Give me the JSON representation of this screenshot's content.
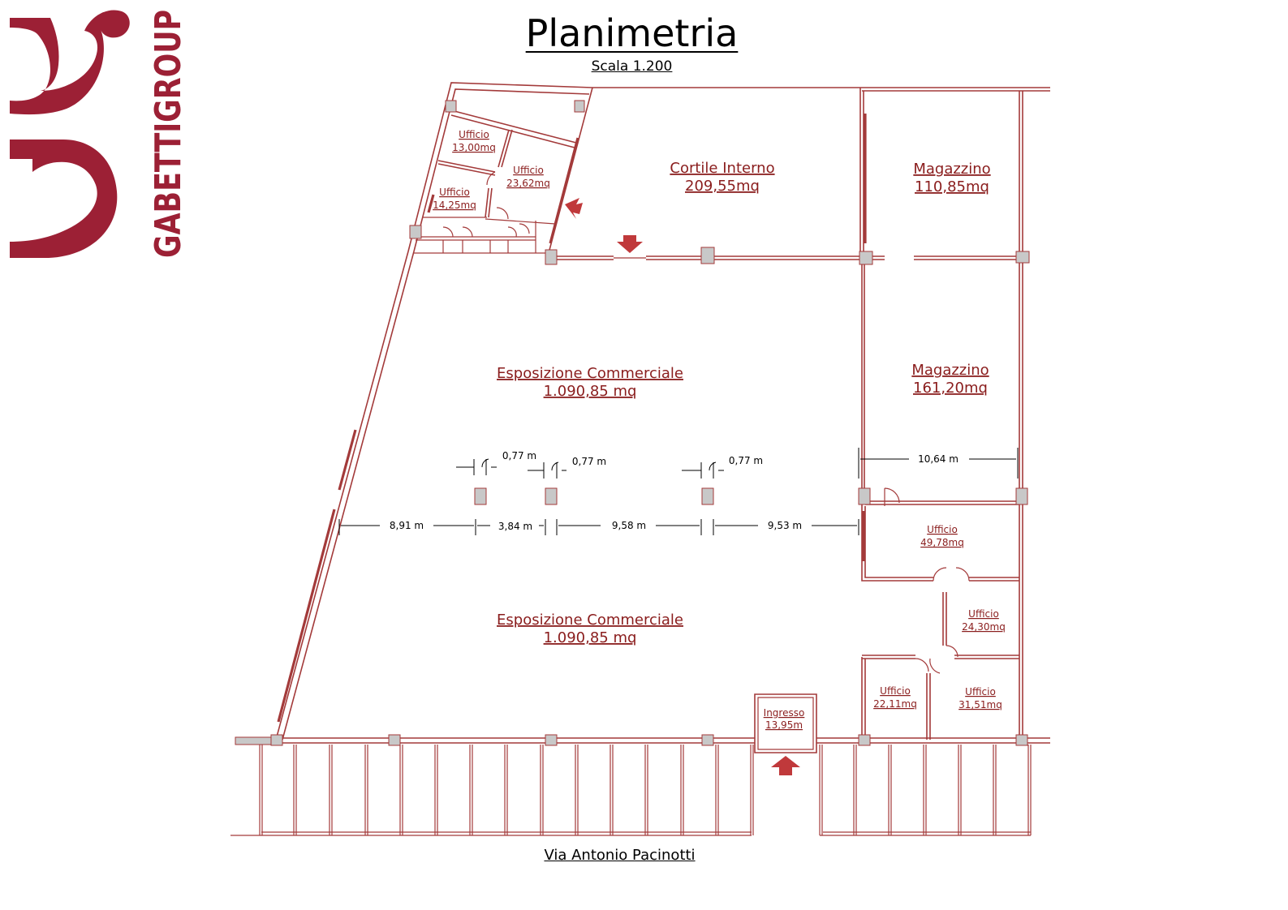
{
  "header": {
    "title": "Planimetria",
    "scale": "Scala 1.200"
  },
  "logo": {
    "brand": "GABETTIGROUP",
    "icon": "gabetti-logo-icon",
    "color": "#9c2035"
  },
  "street": "Via Antonio Pacinotti",
  "rooms": {
    "cortile": {
      "name": "Cortile Interno",
      "area": "209,55mq"
    },
    "magazzino_1": {
      "name": "Magazzino",
      "area": "110,85mq"
    },
    "magazzino_2": {
      "name": "Magazzino",
      "area": "161,20mq"
    },
    "esposizione_1": {
      "name": "Esposizione Commerciale",
      "area": "1.090,85 mq"
    },
    "esposizione_2": {
      "name": "Esposizione Commerciale",
      "area": "1.090,85 mq"
    },
    "ufficio_13": {
      "name": "Ufficio",
      "area": "13,00mq"
    },
    "ufficio_23": {
      "name": "Ufficio",
      "area": "23,62mq"
    },
    "ufficio_14": {
      "name": "Ufficio",
      "area": "14,25mq"
    },
    "ufficio_49": {
      "name": "Ufficio",
      "area": "49,78mq"
    },
    "ufficio_24": {
      "name": "Ufficio",
      "area": "24,30mq"
    },
    "ufficio_22": {
      "name": "Ufficio",
      "area": "22,11mq"
    },
    "ufficio_31": {
      "name": "Ufficio",
      "area": "31,51mq"
    },
    "ingresso": {
      "name": "Ingresso",
      "area": "13,95m"
    }
  },
  "dimensions": {
    "pillar_1": "0,77 m",
    "pillar_2": "0,77 m",
    "pillar_3": "0,77 m",
    "span_1": "8,91 m",
    "span_2": "3,84 m",
    "span_3": "9,58 m",
    "span_4": "9,53 m",
    "magazzino_width": "10,64 m"
  },
  "colors": {
    "wall": "#a33a3a",
    "label": "#8a1d1d",
    "arrow": "#c0393b",
    "pillar": "#c8c8c8"
  }
}
